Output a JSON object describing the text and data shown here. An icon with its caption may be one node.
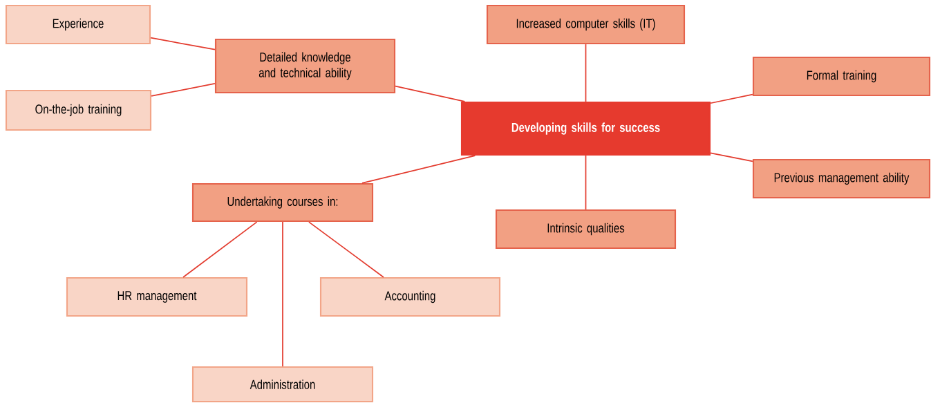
{
  "diagram": {
    "nodes": [
      {
        "text": [
          "Developing skills for success"
        ]
      },
      {
        "text": [
          "Detailed knowledge and technical ability"
        ]
      },
      {
        "text": [
          "Experience"
        ]
      },
      {
        "text": [
          "On-the-job training"
        ]
      },
      {
        "text": [
          "Increased computer skills (IT)"
        ]
      },
      {
        "text": [
          "Formal training"
        ]
      },
      {
        "text": [
          "Previous management ability"
        ]
      },
      {
        "text": [
          "Intrinsic qualities"
        ]
      },
      {
        "text": [
          "Undertaking courses in:"
        ]
      },
      {
        "text": [
          "HR management"
        ]
      },
      {
        "text": [
          "Accounting"
        ]
      },
      {
        "text": [
          "Administration"
        ]
      }
    ],
    "edges": [
      {
        "from": 1,
        "to": 2,
        "arrow": "none"
      },
      {
        "from": 1,
        "to": 3,
        "arrow": "none"
      },
      {
        "from": 0,
        "to": 1,
        "arrow": "none"
      },
      {
        "from": 0,
        "to": 4,
        "arrow": "none"
      },
      {
        "from": 0,
        "to": 5,
        "arrow": "none"
      },
      {
        "from": 0,
        "to": 6,
        "arrow": "none"
      },
      {
        "from": 0,
        "to": 7,
        "arrow": "none"
      },
      {
        "from": 0,
        "to": 8,
        "arrow": "none"
      },
      {
        "from": 8,
        "to": 9,
        "arrow": "none"
      },
      {
        "from": 8,
        "to": 10,
        "arrow": "none"
      },
      {
        "from": 8,
        "to": 11,
        "arrow": "none"
      }
    ]
  }
}
